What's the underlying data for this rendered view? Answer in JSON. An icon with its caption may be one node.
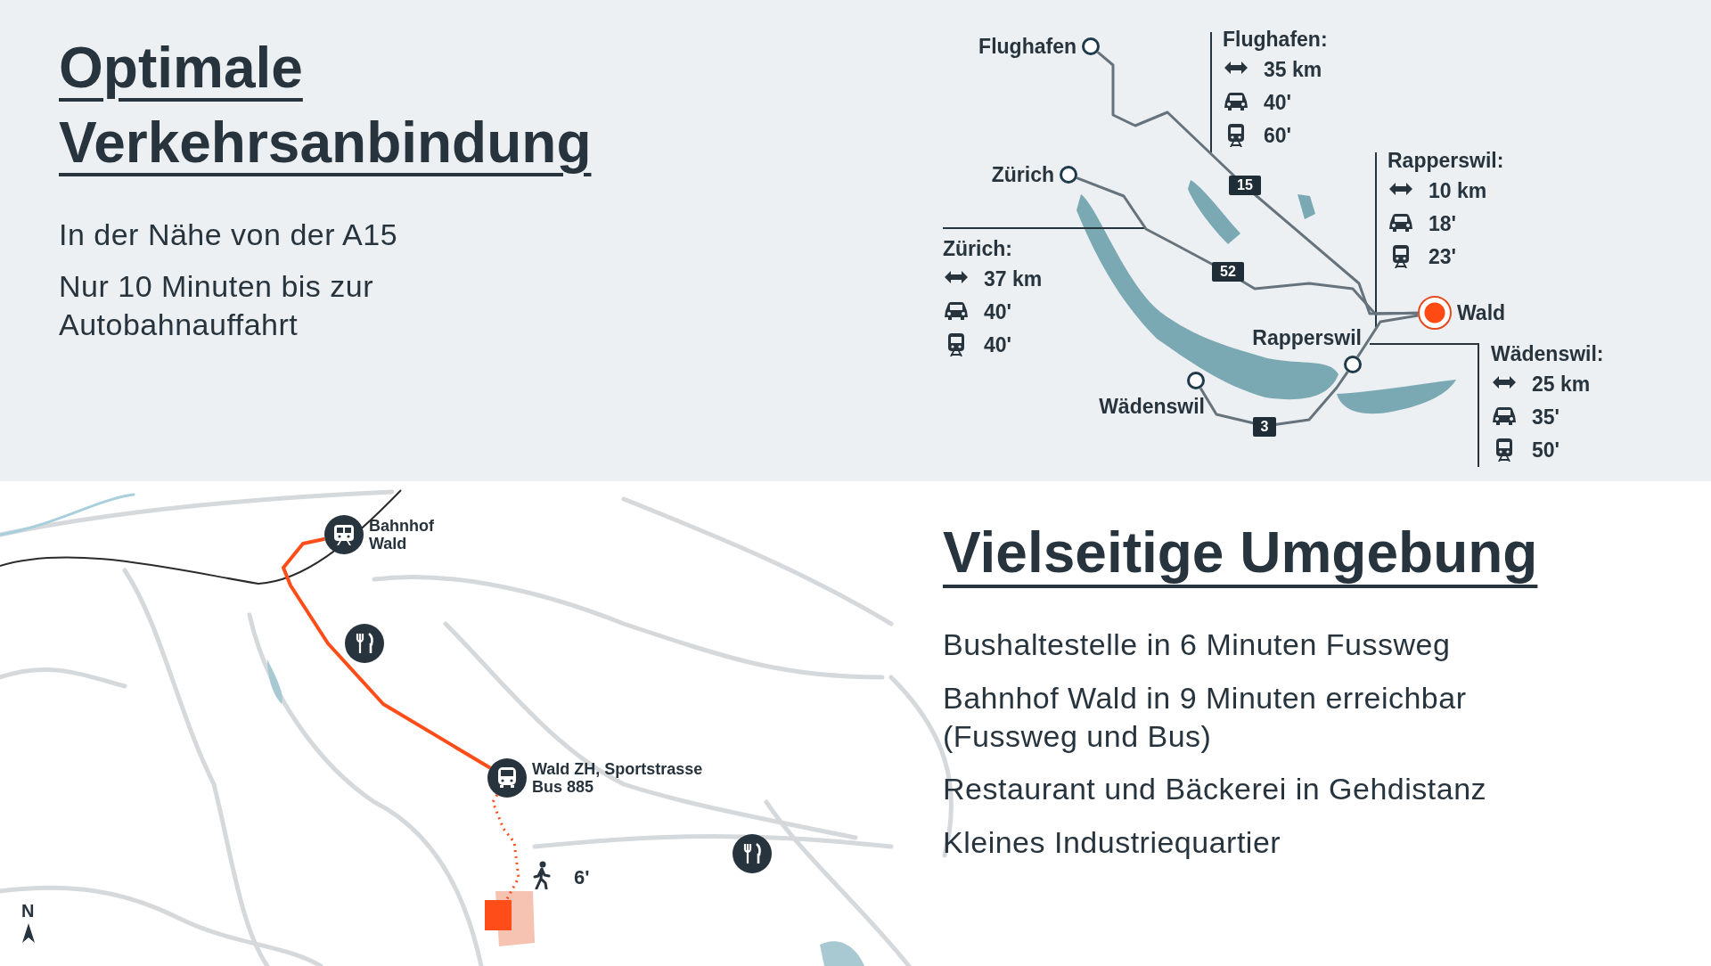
{
  "diagram": {
    "title": "Optimale Verkehrsanbindung",
    "nodes": [
      {
        "text": [
          "Flughafen"
        ]
      },
      {
        "text": [
          "Zürich"
        ]
      },
      {
        "text": [
          "Wald"
        ]
      },
      {
        "text": [
          "Rapperswil"
        ]
      },
      {
        "text": [
          "Wädenswil"
        ]
      },
      {
        "text": [
          "Bahnhof Wald"
        ]
      },
      {
        "text": [
          "Wald ZH, Sportstrasse",
          "Bus 885"
        ]
      },
      {
        "text": [],
        "shape": "box"
      }
    ],
    "edges": [
      {
        "from": 0,
        "to": 2,
        "arrow": "none",
        "label": "15"
      },
      {
        "from": 1,
        "to": 2,
        "arrow": "none",
        "label": "52"
      },
      {
        "from": 4,
        "to": 3,
        "arrow": "none",
        "label": "3"
      },
      {
        "from": 3,
        "to": 2,
        "arrow": "none"
      },
      {
        "from": 5,
        "to": 6,
        "arrow": "none",
        "color": "#ff4d1a"
      },
      {
        "from": 6,
        "to": 7,
        "arrow": "none",
        "style": "dashed",
        "color": "#ff4d1a",
        "label": "6'"
      }
    ],
    "labels": [
      "In der Nähe von der A15",
      "Nur 10 Minuten bis zur Autobahnauffahrt",
      "Flughafen:",
      "35 km",
      "40'",
      "60'",
      "Rapperswil:",
      "10 km",
      "18'",
      "23'",
      "Zürich:",
      "37 km",
      "40'",
      "40'",
      "Wädenswil:",
      "25 km",
      "35'",
      "50'",
      "Vielseitige Umgebung",
      "Bushaltestelle in 6 Minuten Fussweg",
      "Bahnhof Wald in 9 Minuten erreichbar (Fussweg und Bus)",
      "Restaurant und Bäckerei in Gehdistanz",
      "Kleines Industriequartier",
      "N"
    ]
  }
}
